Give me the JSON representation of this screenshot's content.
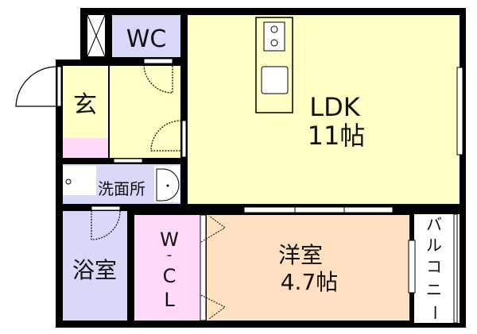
{
  "rooms": {
    "wc": "WC",
    "entrance": "玄",
    "ldk_name": "LDK",
    "ldk_size": "11帖",
    "washroom": "洗面所",
    "bath": "浴室",
    "wcl_w": "W",
    "wcl_dash": "-",
    "wcl_c": "C",
    "wcl_l": "L",
    "western_name": "洋室",
    "western_size": "4.7帖",
    "balcony": [
      "バ",
      "ル",
      "コ",
      "ニ",
      "ー"
    ]
  },
  "colors": {
    "ldk": "#ffffc6",
    "wc": "#d8d8f8",
    "bath": "#d8d8f8",
    "closet": "#ffd8fa",
    "western": "#ffe0c0",
    "wall": "#000000"
  }
}
